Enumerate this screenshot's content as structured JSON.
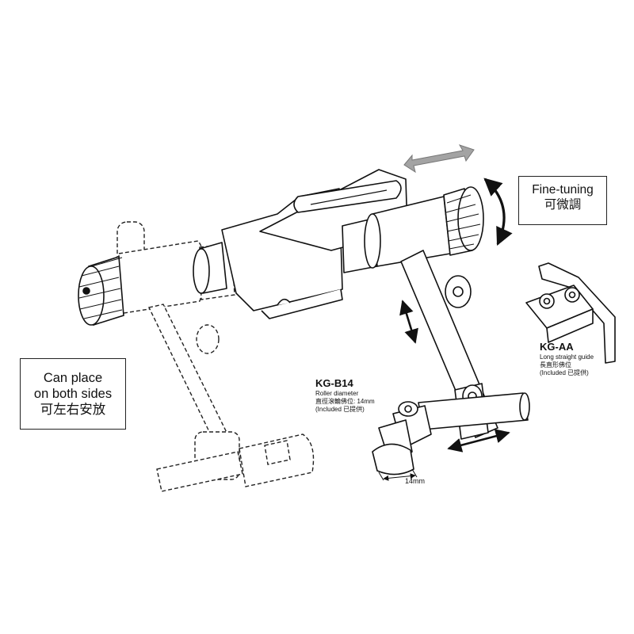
{
  "fine_tuning": {
    "line1": "Fine-tuning",
    "line2": "可微調"
  },
  "both_sides": {
    "line1": "Can place",
    "line2": "on both sides",
    "line3": "可左右安放"
  },
  "kg_b14": {
    "title": "KG-B14",
    "line1": "Roller diameter",
    "line2": "直徑滾輪佛位: 14mm",
    "line3": "(Included 已提供)"
  },
  "kg_aa": {
    "title": "KG-AA",
    "line1": "Long straight guide",
    "line2": "長直形佛位",
    "line3": "(Included 已提供)"
  },
  "dimension": {
    "roller": "14mm"
  },
  "colors": {
    "line": "#1a1a1a",
    "arrow_gray": "#9a9a9a"
  }
}
